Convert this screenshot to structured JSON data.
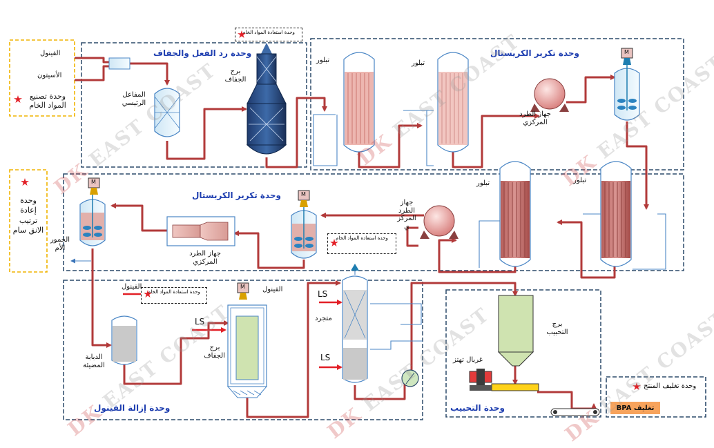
{
  "units": {
    "reaction": "وحدة رد الفعل والجفاف",
    "crystallization_top": "وحدة تكرير الكريستال",
    "crystallization_mid": "وحدة تكرير الكريستال",
    "phenol_removal": "وحدة إزالة الفينول",
    "prilling": "وحدة التحبيب",
    "raw_material": "وحدة تصنيع المواد الخام",
    "rearrangement": "وحدة إعادة ترتيب الانق سام",
    "packaging": "وحدة تغليف المنتج"
  },
  "inputs": {
    "phenol": "الفينول",
    "acetone": "الأسيتون"
  },
  "equipment": {
    "main_reactor": "المفاعل الرئيسي",
    "dry_tower": "برج الجفاف",
    "crystallizer_1": "تبلور",
    "crystallizer_2": "تبلور",
    "crystallizer_3": "تبلور",
    "crystallizer_4": "تبلور",
    "centrifuge_top": "جهاز الطرد المركزي",
    "centrifuge_mid": "جهاز الطرد المركز ي",
    "centrifuge_left": "جهاز الطرد المركزي",
    "mother_liquor": "الخمور الأم",
    "thin_film": "الدبابة المضيئة",
    "dry_tower_2": "برج الجفاف",
    "stripper": "متجرد",
    "prill_tower": "برج التحبيب",
    "vibrating_screen": "غربال تهتز",
    "phenol_a": "الفينول",
    "phenol_b": "الفينول",
    "ls1": "LS",
    "ls2": "LS",
    "ls3": "LS",
    "motor": "M"
  },
  "recovery": {
    "r1": "وحدة استعادة المواد الخام",
    "r2": "وحدة استعادة المواد الخام",
    "r3": "وحدة استعادة المواد الخام"
  },
  "packaging_box": {
    "label": "تغليف BPA"
  },
  "watermark": {
    "dk": "DK",
    "text": "EAST COAST"
  },
  "colors": {
    "pipe": "#b23a3a",
    "dash": "#2c4a6a",
    "title": "#1f3fb0",
    "crystal": "#e7b6b0",
    "star": "#e21f26"
  }
}
